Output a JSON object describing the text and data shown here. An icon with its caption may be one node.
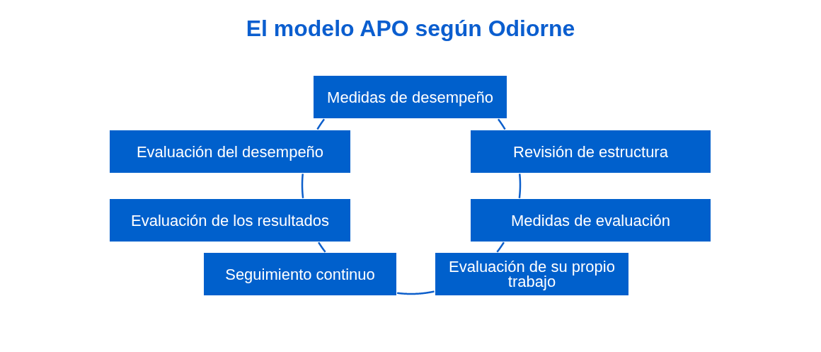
{
  "diagram": {
    "title": "El modelo APO según Odiorne",
    "nodes": [
      {
        "text": [
          "Medidas de desempeño"
        ]
      },
      {
        "text": [
          "Evaluación del desempeño"
        ]
      },
      {
        "text": [
          "Revisión de estructura"
        ]
      },
      {
        "text": [
          "Evaluación de los resultados"
        ]
      },
      {
        "text": [
          "Medidas de evaluación"
        ]
      },
      {
        "text": [
          "Seguimiento continuo"
        ]
      },
      {
        "text": [
          "Evaluación de su propio trabajo"
        ]
      }
    ],
    "edges": [
      {
        "from": 0,
        "to": 2,
        "arrow": "none"
      },
      {
        "from": 2,
        "to": 4,
        "arrow": "none"
      },
      {
        "from": 4,
        "to": 6,
        "arrow": "none"
      },
      {
        "from": 6,
        "to": 5,
        "arrow": "none"
      },
      {
        "from": 5,
        "to": 3,
        "arrow": "none"
      },
      {
        "from": 3,
        "to": 1,
        "arrow": "none"
      },
      {
        "from": 1,
        "to": 0,
        "arrow": "none"
      }
    ]
  }
}
